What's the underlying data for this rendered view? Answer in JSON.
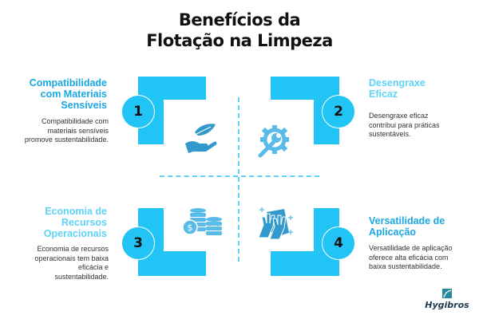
{
  "title": {
    "line1": "Benefícios da",
    "line2": "Flotação na Limpeza"
  },
  "colors": {
    "accent": "#22c3f5",
    "heading_dark": "#1aa7e0",
    "heading_light": "#5fd3f7",
    "icon": "#3399cc"
  },
  "items": [
    {
      "number": "1",
      "heading": [
        "Compatibilidade",
        "com Materiais",
        "Sensíveis"
      ],
      "description": [
        "Compatibilidade com",
        "materiais sensíveis",
        "promove sustentabilidade."
      ],
      "icon": "hand-leaf-icon"
    },
    {
      "number": "2",
      "heading": [
        "Desengraxe",
        "Eficaz"
      ],
      "description": [
        "Desengraxe eficaz",
        "contribui para práticas",
        "sustentáveis."
      ],
      "icon": "gear-wrench-icon"
    },
    {
      "number": "3",
      "heading": [
        "Economia de",
        "Recursos",
        "Operacionais"
      ],
      "description": [
        "Economia de recursos",
        "operacionais tem baixa",
        "eficácia e",
        "sustentabilidade."
      ],
      "icon": "coins-dollar-icon"
    },
    {
      "number": "4",
      "heading": [
        "Versatilidade de",
        "Aplicação"
      ],
      "description": [
        "Versatilidade de aplicação",
        "oferece alta eficácia com",
        "baixa sustentabilidade."
      ],
      "icon": "cleaning-hands-icon"
    }
  ],
  "logo": {
    "text": "Hygibros"
  }
}
